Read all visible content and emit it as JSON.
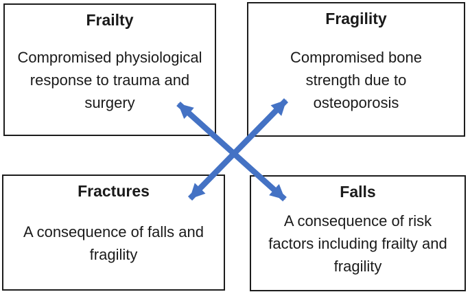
{
  "diagram": {
    "background_color": "#ffffff",
    "arrow_color": "#4472C4",
    "border_color": "#1c1c1c",
    "boxes": [
      {
        "id": "frailty",
        "title": "Frailty",
        "body_lines": [
          "Compromised physiological",
          "response to trauma and",
          "surgery"
        ]
      },
      {
        "id": "fragility",
        "title": "Fragility",
        "body_lines": [
          "Compromised bone",
          "strength due to",
          "osteoporosis"
        ]
      },
      {
        "id": "fractures",
        "title": "Fractures",
        "body_lines": [
          "A consequence of falls and",
          "fragility"
        ]
      },
      {
        "id": "falls",
        "title": "Falls",
        "body_lines": [
          "A consequence of risk",
          "factors including frailty and",
          "fragility"
        ]
      }
    ],
    "arrows": [
      {
        "id": "frailty-falls",
        "from": "Frailty",
        "to": "Falls"
      },
      {
        "id": "fragility-fractures",
        "from": "Fragility",
        "to": "Fractures"
      }
    ]
  }
}
